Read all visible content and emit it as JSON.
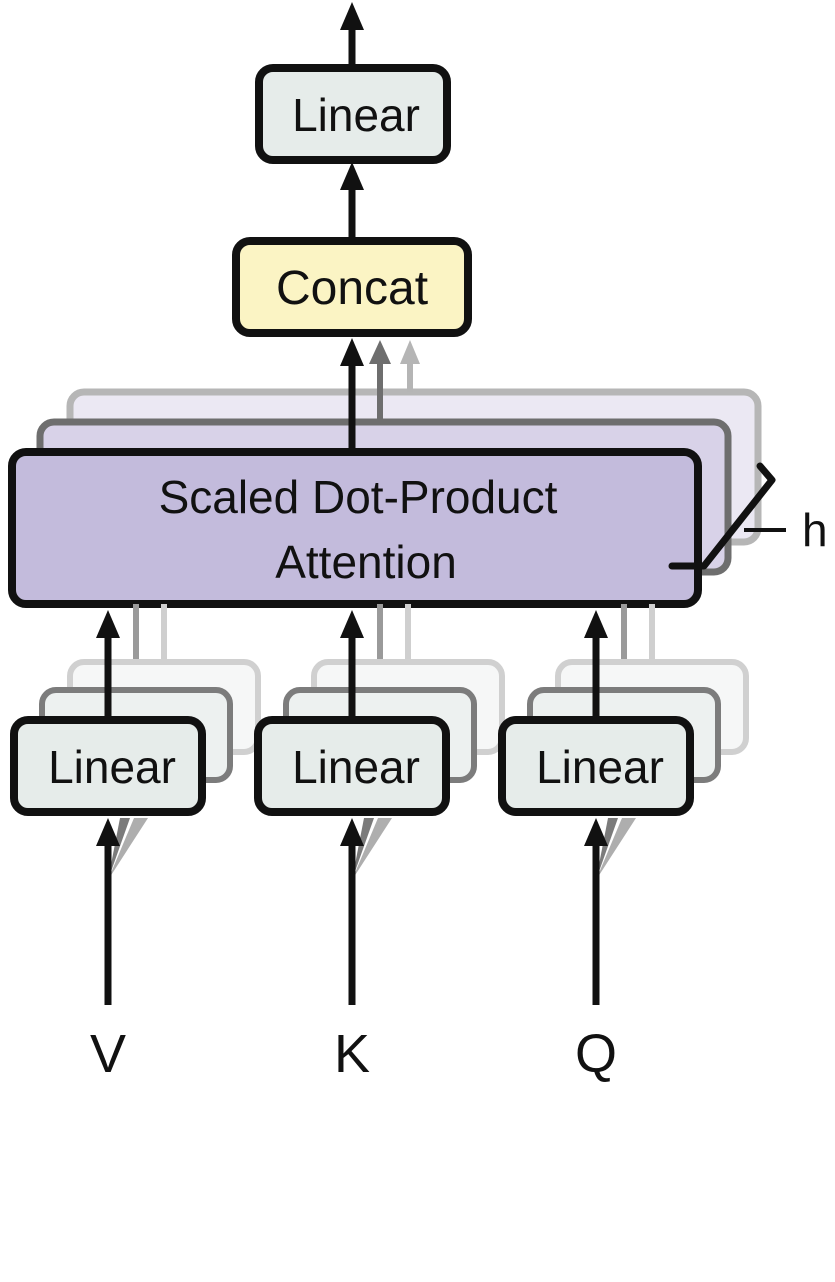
{
  "diagram": {
    "output_linear": {
      "label": "Linear"
    },
    "concat": {
      "label": "Concat"
    },
    "attention": {
      "line1": "Scaled Dot-Product",
      "line2": "Attention"
    },
    "heads_label": "h",
    "input_linears": [
      {
        "label": "Linear"
      },
      {
        "label": "Linear"
      },
      {
        "label": "Linear"
      }
    ],
    "inputs": [
      {
        "label": "V"
      },
      {
        "label": "K"
      },
      {
        "label": "Q"
      }
    ]
  },
  "colors": {
    "linear_fill": "#e6ecea",
    "concat_fill": "#fbf4c4",
    "attention_fill": "#c3bbdc",
    "stroke": "#111111"
  }
}
